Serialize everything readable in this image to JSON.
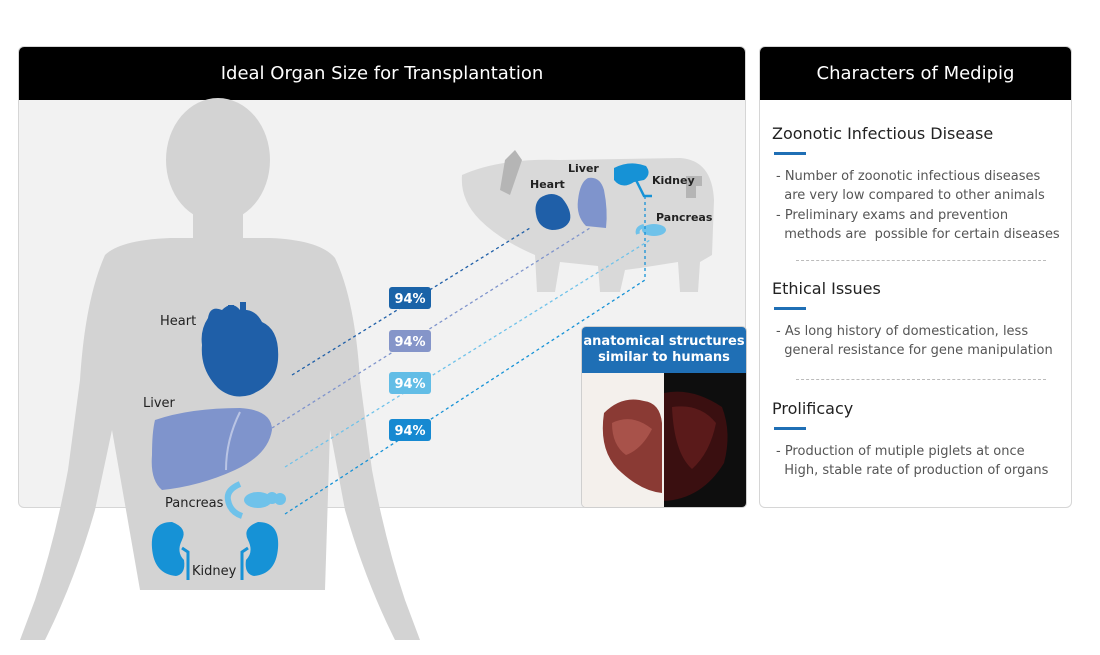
{
  "left_panel": {
    "title": "Ideal Organ Size for Transplantation"
  },
  "human_labels": {
    "heart": "Heart",
    "liver": "Liver",
    "pancreas": "Pancreas",
    "kidney": "Kidney"
  },
  "pig_labels": {
    "heart": "Heart",
    "liver": "Liver",
    "kidney": "Kidney",
    "pancreas": "Pancreas"
  },
  "percent_badges": [
    {
      "value": "94%",
      "color": "#1a63a8"
    },
    {
      "value": "94%",
      "color": "#8595c9"
    },
    {
      "value": "94%",
      "color": "#62bde6"
    },
    {
      "value": "94%",
      "color": "#1689d1"
    }
  ],
  "photo": {
    "caption": "anatomical structures\nsimilar to humans"
  },
  "right_panel": {
    "title": "Characters of Medipig",
    "sections": [
      {
        "title": "Zoonotic Infectious Disease",
        "bullets": [
          "- Number of zoonotic infectious diseases\n  are very low compared to other animals",
          "- Preliminary exams and prevention\n  methods are  possible for certain diseases"
        ]
      },
      {
        "title": "Ethical Issues",
        "bullets": [
          "- As long history of domestication, less\n  general resistance for gene manipulation"
        ]
      },
      {
        "title": "Prolificacy",
        "bullets": [
          "- Production of mutiple piglets at once\n  High, stable rate of production of organs"
        ]
      }
    ]
  },
  "colors": {
    "heart": "#1f5fa8",
    "liver": "#7f94cc",
    "pancreas": "#6fc2ea",
    "kidney": "#1692d6",
    "silhouette": "#d3d3d3",
    "accent": "#1f6fb5"
  }
}
